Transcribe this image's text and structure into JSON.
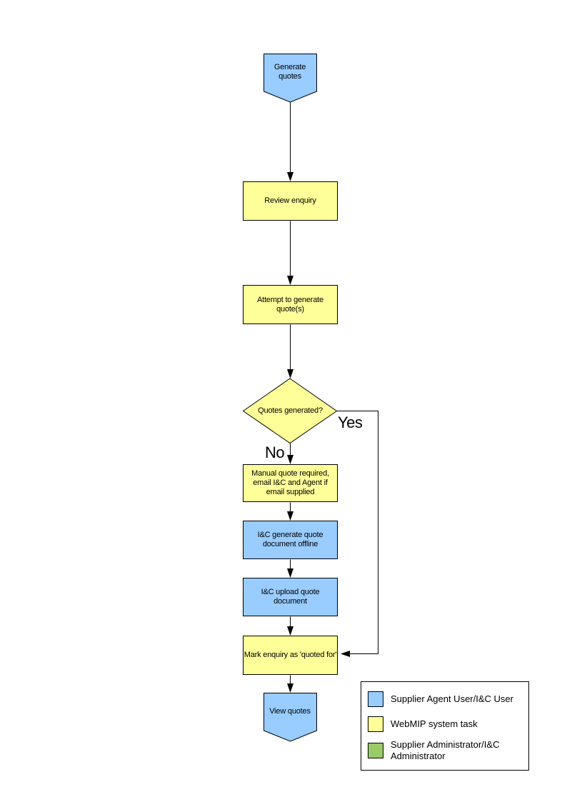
{
  "colors": {
    "blue": "#99CCFF",
    "yellow": "#FFFF99",
    "green": "#99CC66",
    "line": "#000000"
  },
  "flowchart": {
    "start": "Generate quotes",
    "review": "Review enquiry",
    "attempt": "Attempt to generate quote(s)",
    "decision": "Quotes generated?",
    "yes_label": "Yes",
    "no_label": "No",
    "manual_quote": "Manual quote required, email I&C and Agent if email supplied",
    "ic_generate": "I&C generate quote document offline",
    "ic_upload": "I&C upload quote document",
    "mark_quoted": "Mark enquiry as 'quoted for'",
    "end": "View quotes"
  },
  "legend": {
    "items": [
      {
        "label": "Supplier Agent User/I&C User",
        "color": "#99CCFF"
      },
      {
        "label": "WebMIP system task",
        "color": "#FFFF99"
      },
      {
        "label": "Supplier Administrator/I&C Administrator",
        "color": "#99CC66"
      }
    ]
  }
}
